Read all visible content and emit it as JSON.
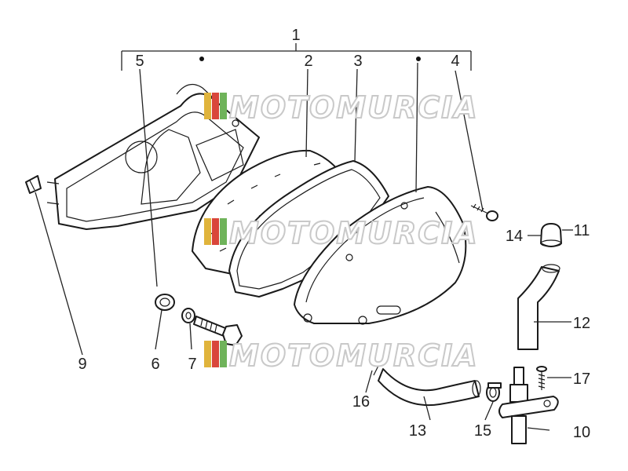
{
  "callouts": {
    "c1": "1",
    "c2": "2",
    "c3": "3",
    "c4": "4",
    "c5": "5",
    "c6": "6",
    "c7": "7",
    "c9": "9",
    "c10": "10",
    "c11": "11",
    "c12": "12",
    "c13": "13",
    "c14": "14",
    "c15": "15",
    "c16": "16",
    "c17": "17"
  },
  "watermark": {
    "text": "MOTOMURCIA"
  },
  "colors": {
    "line": "#1a1a1a",
    "watermark_flag": [
      "#e0b43c",
      "#d9463a",
      "#6fb35a"
    ]
  }
}
